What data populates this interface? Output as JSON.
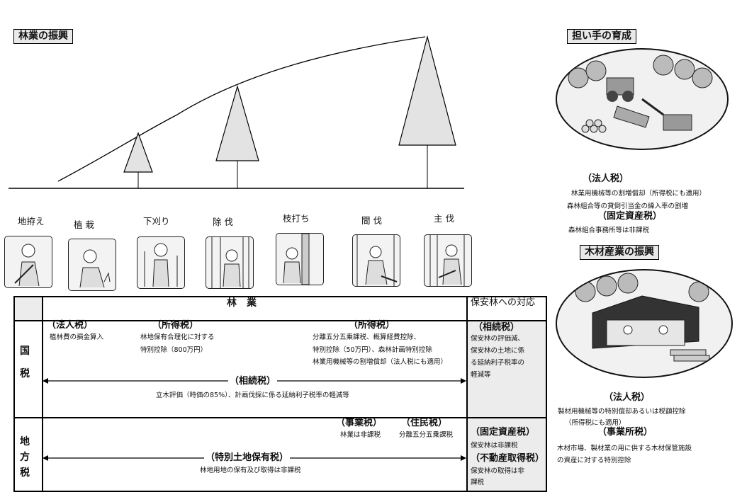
{
  "header_left": "林業の振興",
  "header_right1": "担い手の育成",
  "header_right2": "木材産業の振興",
  "stages": [
    "地拵え",
    "植 栽",
    "下刈り",
    "除 伐",
    "枝打ち",
    "間 伐",
    "主 伐"
  ],
  "table": {
    "col_forestry": "林　業",
    "col_protect": "保安林への対応",
    "row_national": "国\n\n税",
    "row_local": "地\n方\n税",
    "n_corp_title": "（法人税）",
    "n_corp_text": "植林費の損金算入",
    "n_income1_title": "（所得税）",
    "n_income1_text1": "林地保有合理化に対する",
    "n_income1_text2": "特別控除（800万円）",
    "n_income2_title": "（所得税）",
    "n_income2_text1": "分離五分五乗課税、概算経費控除、",
    "n_income2_text2": "特別控除（50万円）、森林計画特別控除",
    "n_income2_text3": "林業用機械等の割増償却（法人税にも適用）",
    "n_inherit_title": "（相続税）",
    "n_inherit_text": "立木評価（時価の85%）、計画伐採に係る延納利子税率の軽減等",
    "n_protect_title": "（相続税）",
    "n_protect_text1": "保安林の評価減、",
    "n_protect_text2": "保安林の土地に係",
    "n_protect_text3": "る延納利子税率の",
    "n_protect_text4": "軽減等",
    "l_business_title": "（事業税）",
    "l_business_text": "林業は非課税",
    "l_resident_title": "（住民税）",
    "l_resident_text": "分離五分五乗課税",
    "l_special_title": "（特別土地保有税）",
    "l_special_text": "林地用地の保有及び取得は非課税",
    "l_fixed_title": "（固定資産税）",
    "l_fixed_text": "保安林は非課税",
    "l_acq_title": "（不動産取得税）",
    "l_acq_text1": "保安林の取得は非",
    "l_acq_text2": "課税"
  },
  "right": {
    "r1_corp_title": "（法人税）",
    "r1_corp_text1": "林業用機械等の割増償却（所得税にも適用）",
    "r1_corp_text2": "森林組合等の貸倒引当金の繰入率の割増",
    "r1_fixed_title": "（固定資産税）",
    "r1_fixed_text": "森林組合事務所等は非課税",
    "r2_corp_title": "（法人税）",
    "r2_corp_text1": "製材用機械等の特別償却あるいは税額控除",
    "r2_corp_text2": "（所得税にも適用）",
    "r2_office_title": "（事業所税）",
    "r2_office_text1": "木材市場、製材業の用に供する木材保管施設",
    "r2_office_text2": "の資産に対する特別控除"
  }
}
